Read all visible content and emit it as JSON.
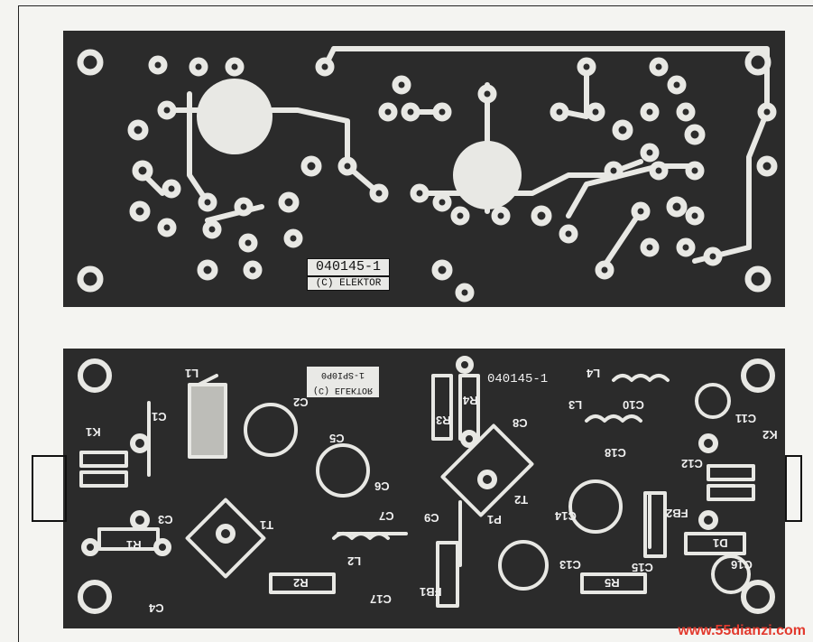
{
  "top_board": {
    "part_number": "040145-1",
    "copyright": "(C) ELEKTOR"
  },
  "bottom_board": {
    "part_number": "040145-1",
    "copyright_mirrored": "(C) ELEKTOR",
    "mirrored_code": "1-SPI0P0",
    "components": {
      "L1": "L1",
      "C1": "C1",
      "C2": "C2",
      "K1": "K1",
      "C3": "C3",
      "C4": "C4",
      "T1": "T1",
      "R1": "R1",
      "R2": "R2",
      "L2": "L2",
      "C5": "C5",
      "C6": "C6",
      "C7": "C7",
      "C9": "C9",
      "C17": "C17",
      "FB1": "FB1",
      "R3": "R3",
      "R4": "R4",
      "C8": "C8",
      "T2": "T2",
      "L3": "L3",
      "L4": "L4",
      "C10": "C10",
      "C11": "C11",
      "C18": "C18",
      "C12": "C12",
      "K2": "K2",
      "P1": "P1",
      "C14": "C14",
      "FB2": "FB2",
      "C13": "C13",
      "C15": "C15",
      "D1": "D1",
      "C16": "C16",
      "R5": "R5"
    }
  },
  "watermark": "www.55dianzi.com"
}
